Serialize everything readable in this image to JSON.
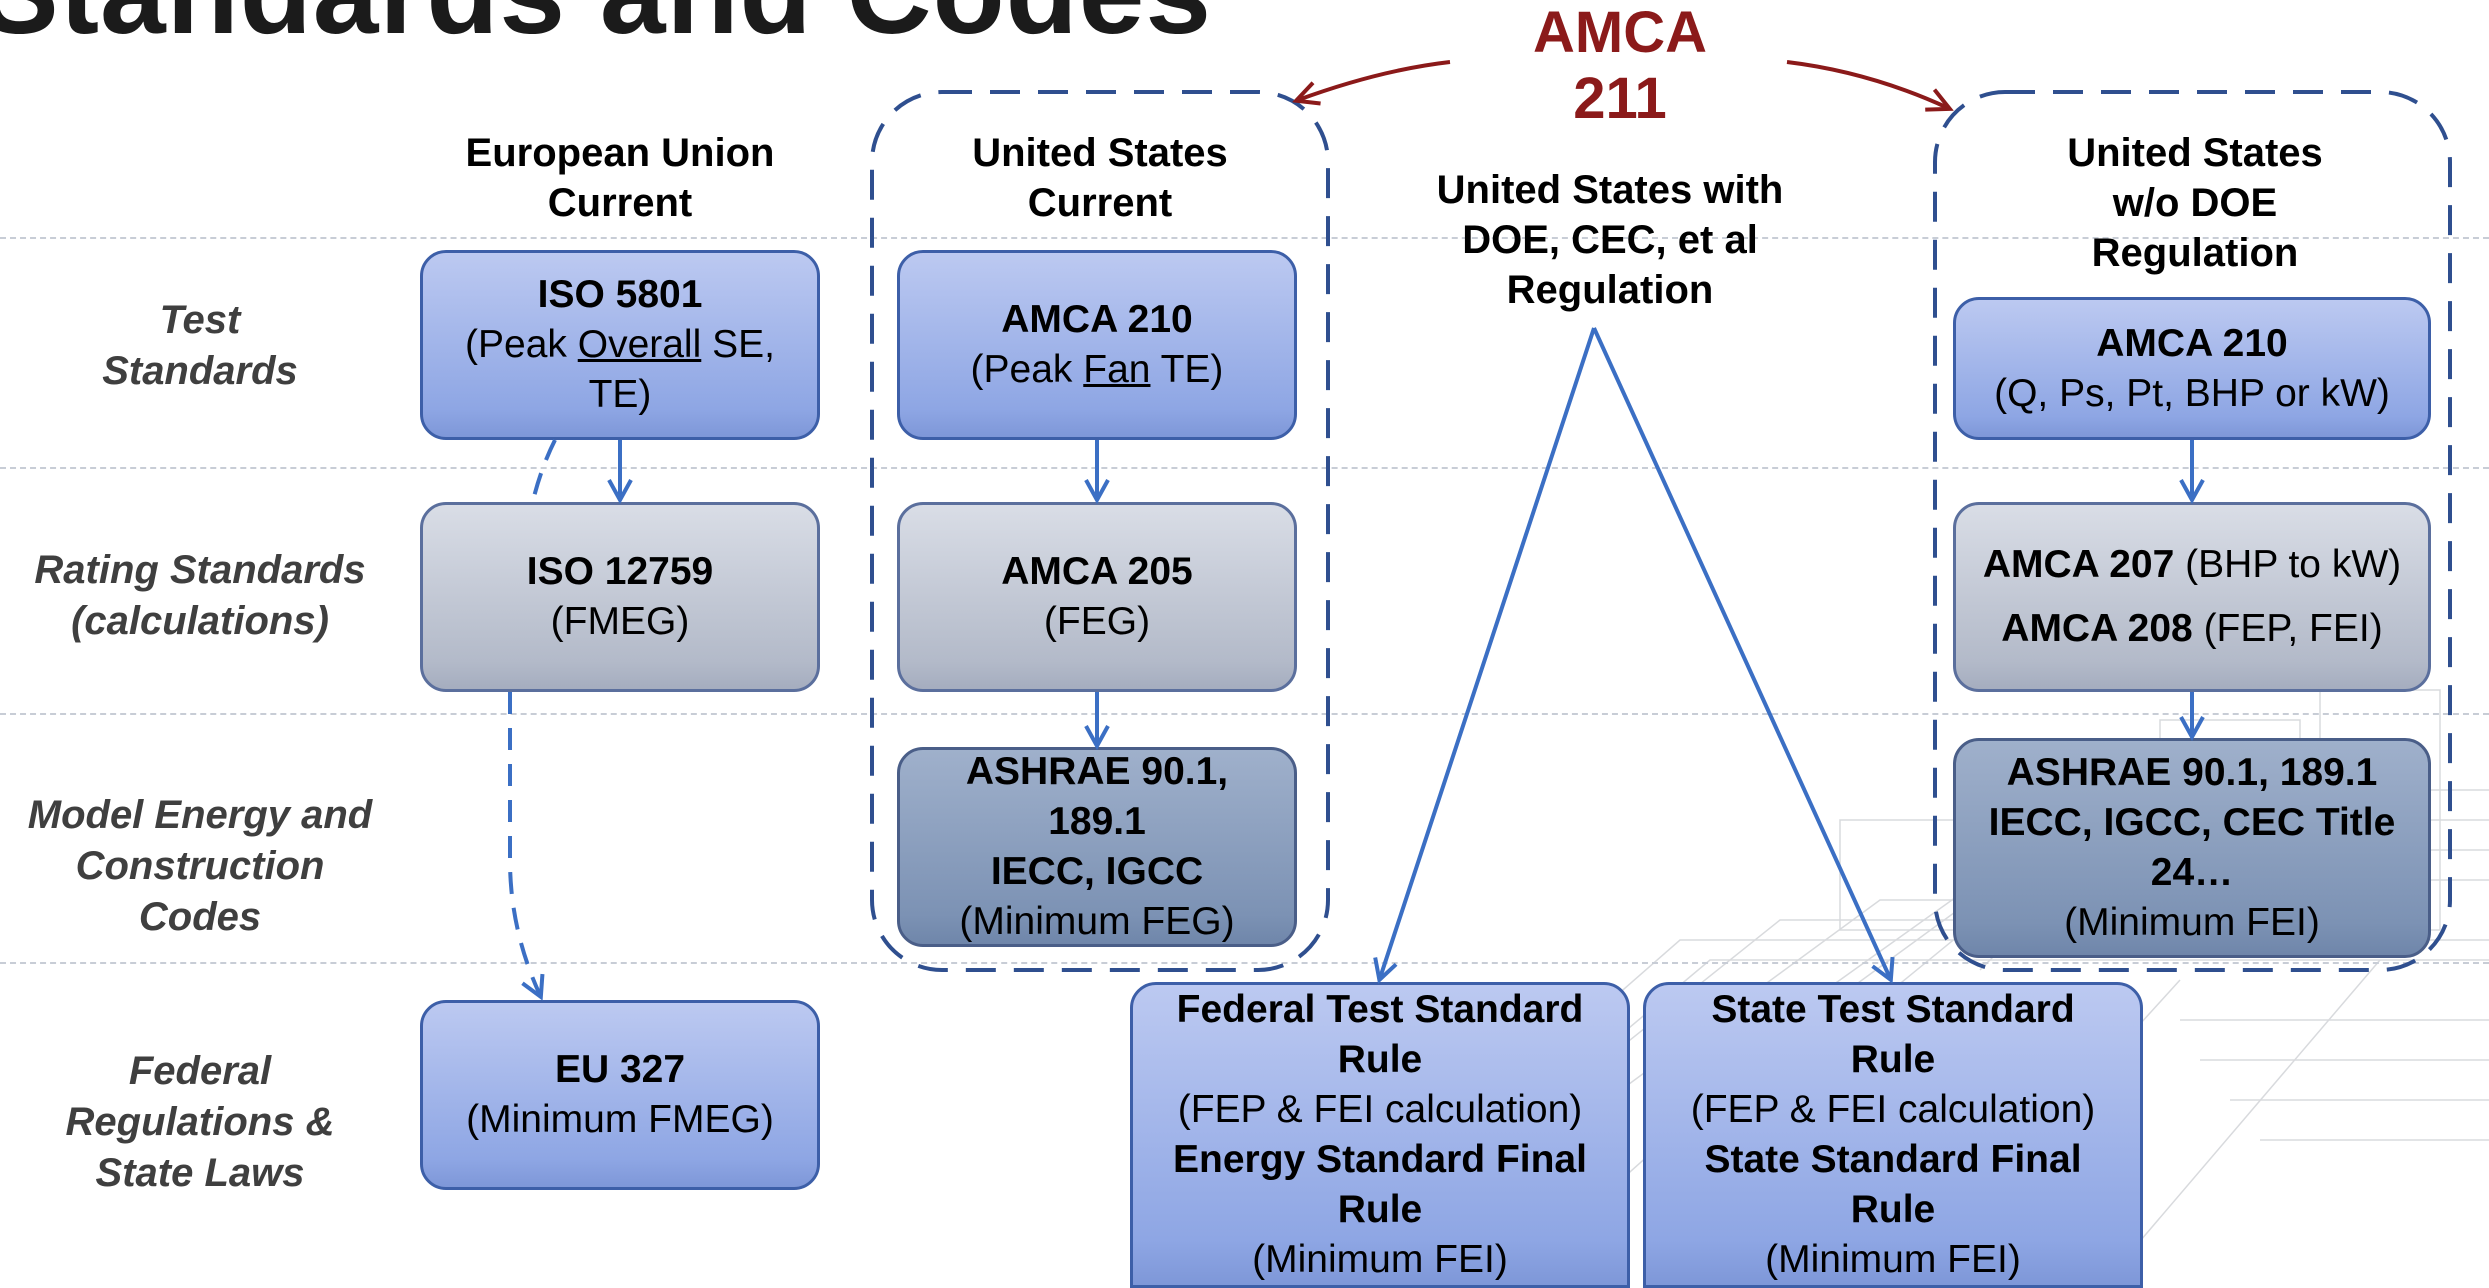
{
  "title": "Standards and Codes",
  "amca211": {
    "line1": "AMCA",
    "line2": "211"
  },
  "columns": {
    "eu": {
      "line1": "European Union",
      "line2": "Current"
    },
    "us_current": {
      "line1": "United States",
      "line2": "Current"
    },
    "us_doe": {
      "line1": "United States with",
      "line2": "DOE, CEC, et al",
      "line3": "Regulation"
    },
    "us_no_doe": {
      "line1": "United States",
      "line2": "w/o DOE",
      "line3": "Regulation"
    }
  },
  "rows": {
    "test": {
      "line1": "Test",
      "line2": "Standards"
    },
    "rating": {
      "line1": "Rating Standards",
      "line2": "(calculations)"
    },
    "model": {
      "line1": "Model Energy and",
      "line2": "Construction",
      "line3": "Codes"
    },
    "federal": {
      "line1": "Federal",
      "line2": "Regulations  &",
      "line3": "State Laws"
    }
  },
  "boxes": {
    "iso5801": {
      "title": "ISO 5801",
      "pre": "(Peak ",
      "under": "Overall",
      "post": " SE,",
      "line3": "TE)"
    },
    "iso12759": {
      "title": "ISO 12759",
      "sub": "(FMEG)"
    },
    "eu327": {
      "title": "EU 327",
      "sub": "(Minimum FMEG)"
    },
    "amca210_us": {
      "title": "AMCA 210",
      "pre": "(Peak ",
      "under": "Fan",
      "post": " TE)"
    },
    "amca205": {
      "title": "AMCA 205",
      "sub": "(FEG)"
    },
    "ashrae_us": {
      "line1": "ASHRAE 90.1,",
      "line2": "189.1",
      "line3": "IECC, IGCC",
      "sub": "(Minimum FEG)"
    },
    "amca210_r": {
      "title": "AMCA 210",
      "sub": "(Q, Ps, Pt, BHP or kW)"
    },
    "amca207_208": {
      "t1": "AMCA 207",
      "s1": " (BHP to kW)",
      "t2": "AMCA 208",
      "s2": " (FEP, FEI)"
    },
    "ashrae_r": {
      "line1": "ASHRAE 90.1, 189.1",
      "line2": "IECC, IGCC, CEC Title",
      "line3": "24…",
      "sub": "(Minimum FEI)"
    },
    "federal_rule": {
      "l1": "Federal Test Standard",
      "l2": "Rule",
      "l3": "(FEP & FEI calculation)",
      "l4": "Energy Standard Final",
      "l5": "Rule",
      "l6": "(Minimum FEI)"
    },
    "state_rule": {
      "l1": "State Test Standard",
      "l2": "Rule",
      "l3": "(FEP & FEI calculation)",
      "l4": "State Standard Final",
      "l5": "Rule",
      "l6": "(Minimum FEI)"
    }
  },
  "colors": {
    "arrow_blue": "#3b6fc4",
    "arrow_red": "#8b1a1a",
    "dashed_border": "#2f4f8f",
    "title_red": "#8b1a1a"
  }
}
